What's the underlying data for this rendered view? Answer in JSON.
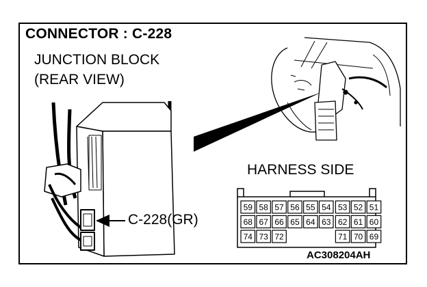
{
  "title": "CONNECTOR : C-228",
  "junction_block": {
    "line1": "JUNCTION BLOCK",
    "line2": "(REAR VIEW)"
  },
  "callout": "C-228(GR)",
  "harness_side": {
    "label": "HARNESS SIDE",
    "rows": [
      [
        "59",
        "58",
        "57",
        "56",
        "55",
        "54",
        "53",
        "52",
        "51"
      ],
      [
        "68",
        "67",
        "66",
        "65",
        "64",
        "63",
        "62",
        "61",
        "60"
      ],
      [
        "74",
        "73",
        "72",
        "",
        "",
        "",
        "71",
        "70",
        "69"
      ]
    ]
  },
  "figure_code": "AC308204AH"
}
